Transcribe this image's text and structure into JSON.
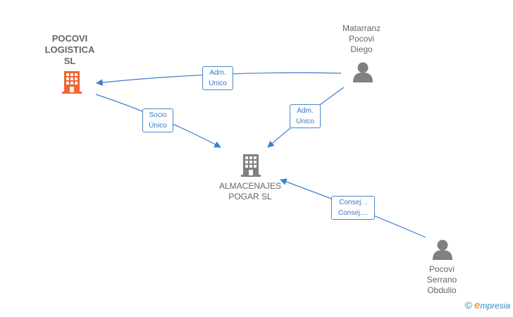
{
  "nodes": {
    "pocovi_logistica": {
      "label": "POCOVI\nLOGISTICA\nSL",
      "color": "#f26430"
    },
    "almacenajes_pogar": {
      "label": "ALMACENAJES\nPOGAR SL",
      "color": "#808080"
    },
    "matarranz": {
      "label": "Matarranz\nPocovi\nDiego",
      "color": "#808080"
    },
    "serrano": {
      "label": "Pocovi\nSerrano\nObdulio",
      "color": "#808080"
    }
  },
  "edges": {
    "adm_unico_1": {
      "label": "Adm.\nUnico"
    },
    "socio_unico": {
      "label": "Socio\nÚnico"
    },
    "adm_unico_2": {
      "label": "Adm.\nUnico"
    },
    "consej": {
      "label": "Consej. ,\nConsej...."
    }
  },
  "colors": {
    "edge": "#3a7fd0",
    "accent": "#f26430"
  },
  "footer": {
    "copyright": "©",
    "brand_initial": "e",
    "brand_rest": "mpresia"
  }
}
